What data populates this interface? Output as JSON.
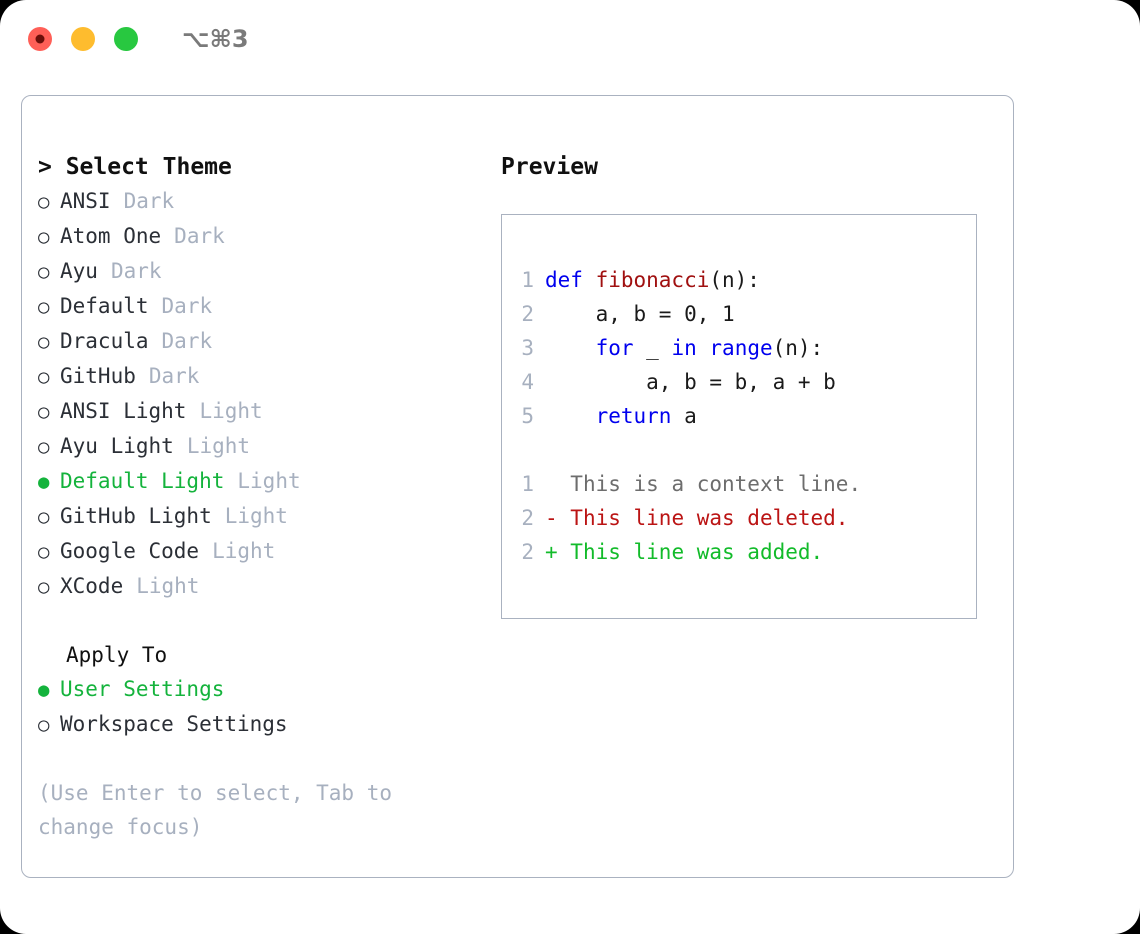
{
  "window": {
    "title": "⌥⌘3",
    "traffic_lights": [
      "close-red",
      "minimize-yellow",
      "maximize-green"
    ]
  },
  "left": {
    "header": "> Select Theme",
    "themes": [
      {
        "bullet": "○",
        "name": "ANSI",
        "tag": "Dark",
        "selected": false
      },
      {
        "bullet": "○",
        "name": "Atom One",
        "tag": "Dark",
        "selected": false
      },
      {
        "bullet": "○",
        "name": "Ayu",
        "tag": "Dark",
        "selected": false
      },
      {
        "bullet": "○",
        "name": "Default",
        "tag": "Dark",
        "selected": false
      },
      {
        "bullet": "○",
        "name": "Dracula",
        "tag": "Dark",
        "selected": false
      },
      {
        "bullet": "○",
        "name": "GitHub",
        "tag": "Dark",
        "selected": false
      },
      {
        "bullet": "○",
        "name": "ANSI Light",
        "tag": "Light",
        "selected": false
      },
      {
        "bullet": "○",
        "name": "Ayu Light",
        "tag": "Light",
        "selected": false
      },
      {
        "bullet": "●",
        "name": "Default Light",
        "tag": "Light",
        "selected": true
      },
      {
        "bullet": "○",
        "name": "GitHub Light",
        "tag": "Light",
        "selected": false
      },
      {
        "bullet": "○",
        "name": "Google Code",
        "tag": "Light",
        "selected": false
      },
      {
        "bullet": "○",
        "name": "XCode",
        "tag": "Light",
        "selected": false
      }
    ],
    "apply_to": {
      "header": "Apply To",
      "options": [
        {
          "bullet": "●",
          "name": "User Settings",
          "selected": true
        },
        {
          "bullet": "○",
          "name": "Workspace Settings",
          "selected": false
        }
      ]
    },
    "hint": "(Use Enter to select, Tab to change focus)"
  },
  "right": {
    "title": "Preview",
    "code": [
      {
        "lno": "1",
        "tokens": [
          {
            "t": "def ",
            "c": "kw"
          },
          {
            "t": "fibonacci",
            "c": "fn"
          },
          {
            "t": "(n):",
            "c": "pl"
          }
        ]
      },
      {
        "lno": "2",
        "tokens": [
          {
            "t": "    a, b = 0, 1",
            "c": "pl"
          }
        ]
      },
      {
        "lno": "3",
        "tokens": [
          {
            "t": "    ",
            "c": "pl"
          },
          {
            "t": "for",
            "c": "kw"
          },
          {
            "t": " _ ",
            "c": "pl"
          },
          {
            "t": "in",
            "c": "kw"
          },
          {
            "t": " ",
            "c": "pl"
          },
          {
            "t": "range",
            "c": "kw"
          },
          {
            "t": "(n):",
            "c": "pl"
          }
        ]
      },
      {
        "lno": "4",
        "tokens": [
          {
            "t": "        a, b = b, a + b",
            "c": "pl"
          }
        ]
      },
      {
        "lno": "5",
        "tokens": [
          {
            "t": "    ",
            "c": "pl"
          },
          {
            "t": "return",
            "c": "kw"
          },
          {
            "t": " a",
            "c": "pl"
          }
        ]
      }
    ],
    "diff": [
      {
        "lno": "1",
        "marker": "  ",
        "text": "This is a context line.",
        "kind": "ctx"
      },
      {
        "lno": "2",
        "marker": "- ",
        "text": "This line was deleted.",
        "kind": "del"
      },
      {
        "lno": "2",
        "marker": "+ ",
        "text": "This line was added.",
        "kind": "add"
      }
    ]
  },
  "colors": {
    "accent_green": "#14b33c",
    "muted": "#a7b0bf",
    "keyword_blue": "#0000ee",
    "function_red": "#a01010",
    "diff_added": "#12bb2a",
    "diff_deleted": "#bb1414",
    "border": "#aab2c0"
  }
}
